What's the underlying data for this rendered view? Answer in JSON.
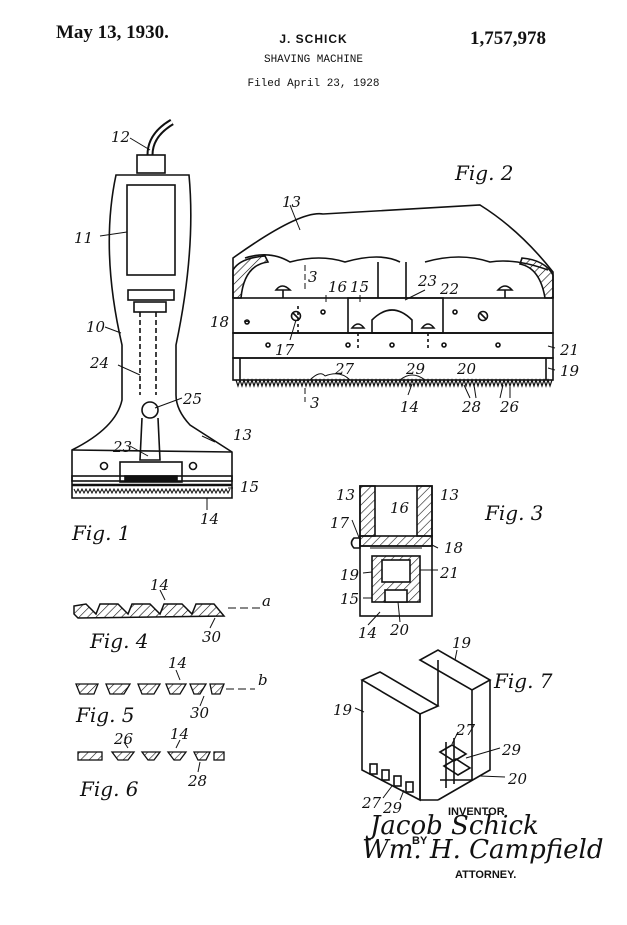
{
  "header": {
    "date": "May 13, 1930.",
    "inventor": "J. SCHICK",
    "patent_number": "1,757,978",
    "title": "SHAVING MACHINE",
    "filed": "Filed April 23, 1928"
  },
  "figures": {
    "fig1": "Fig. 1",
    "fig2": "Fig. 2",
    "fig3": "Fig. 3",
    "fig4": "Fig. 4",
    "fig5": "Fig. 5",
    "fig6": "Fig. 6",
    "fig7": "Fig. 7"
  },
  "section_marks": {
    "a": "a",
    "b": "b"
  },
  "fig1_labels": {
    "l12": "12",
    "l11": "11",
    "l10": "10",
    "l24": "24",
    "l25": "25",
    "l23": "23",
    "l13": "13",
    "l15": "15",
    "l14": "14"
  },
  "fig2_labels": {
    "l13": "13",
    "l3a": "3",
    "l16": "16",
    "l15": "15",
    "l23": "23",
    "l22": "22",
    "l18": "18",
    "l17": "17",
    "l21": "21",
    "l19": "19",
    "l27": "27",
    "l29": "29",
    "l20": "20",
    "l3b": "3",
    "l14": "14",
    "l28": "28",
    "l26": "26"
  },
  "fig3_labels": {
    "l13a": "13",
    "l16": "16",
    "l13b": "13",
    "l17": "17",
    "l18": "18",
    "l19": "19",
    "l21": "21",
    "l15": "15",
    "l14": "14",
    "l20": "20"
  },
  "fig4_labels": {
    "l14": "14",
    "l30": "30"
  },
  "fig5_labels": {
    "l14": "14",
    "l30": "30"
  },
  "fig6_labels": {
    "l26": "26",
    "l14": "14",
    "l28": "28"
  },
  "fig7_labels": {
    "l19a": "19",
    "l19b": "19",
    "l27a": "27",
    "l29a": "29",
    "l20": "20",
    "l27b": "27",
    "l29b": "29"
  },
  "signature": {
    "inventor_caption": "INVENTOR",
    "inventor_signature": "Jacob Schick",
    "by": "BY",
    "attorney_signature": "Wm. H. Campfield",
    "attorney_caption": "ATTORNEY."
  }
}
